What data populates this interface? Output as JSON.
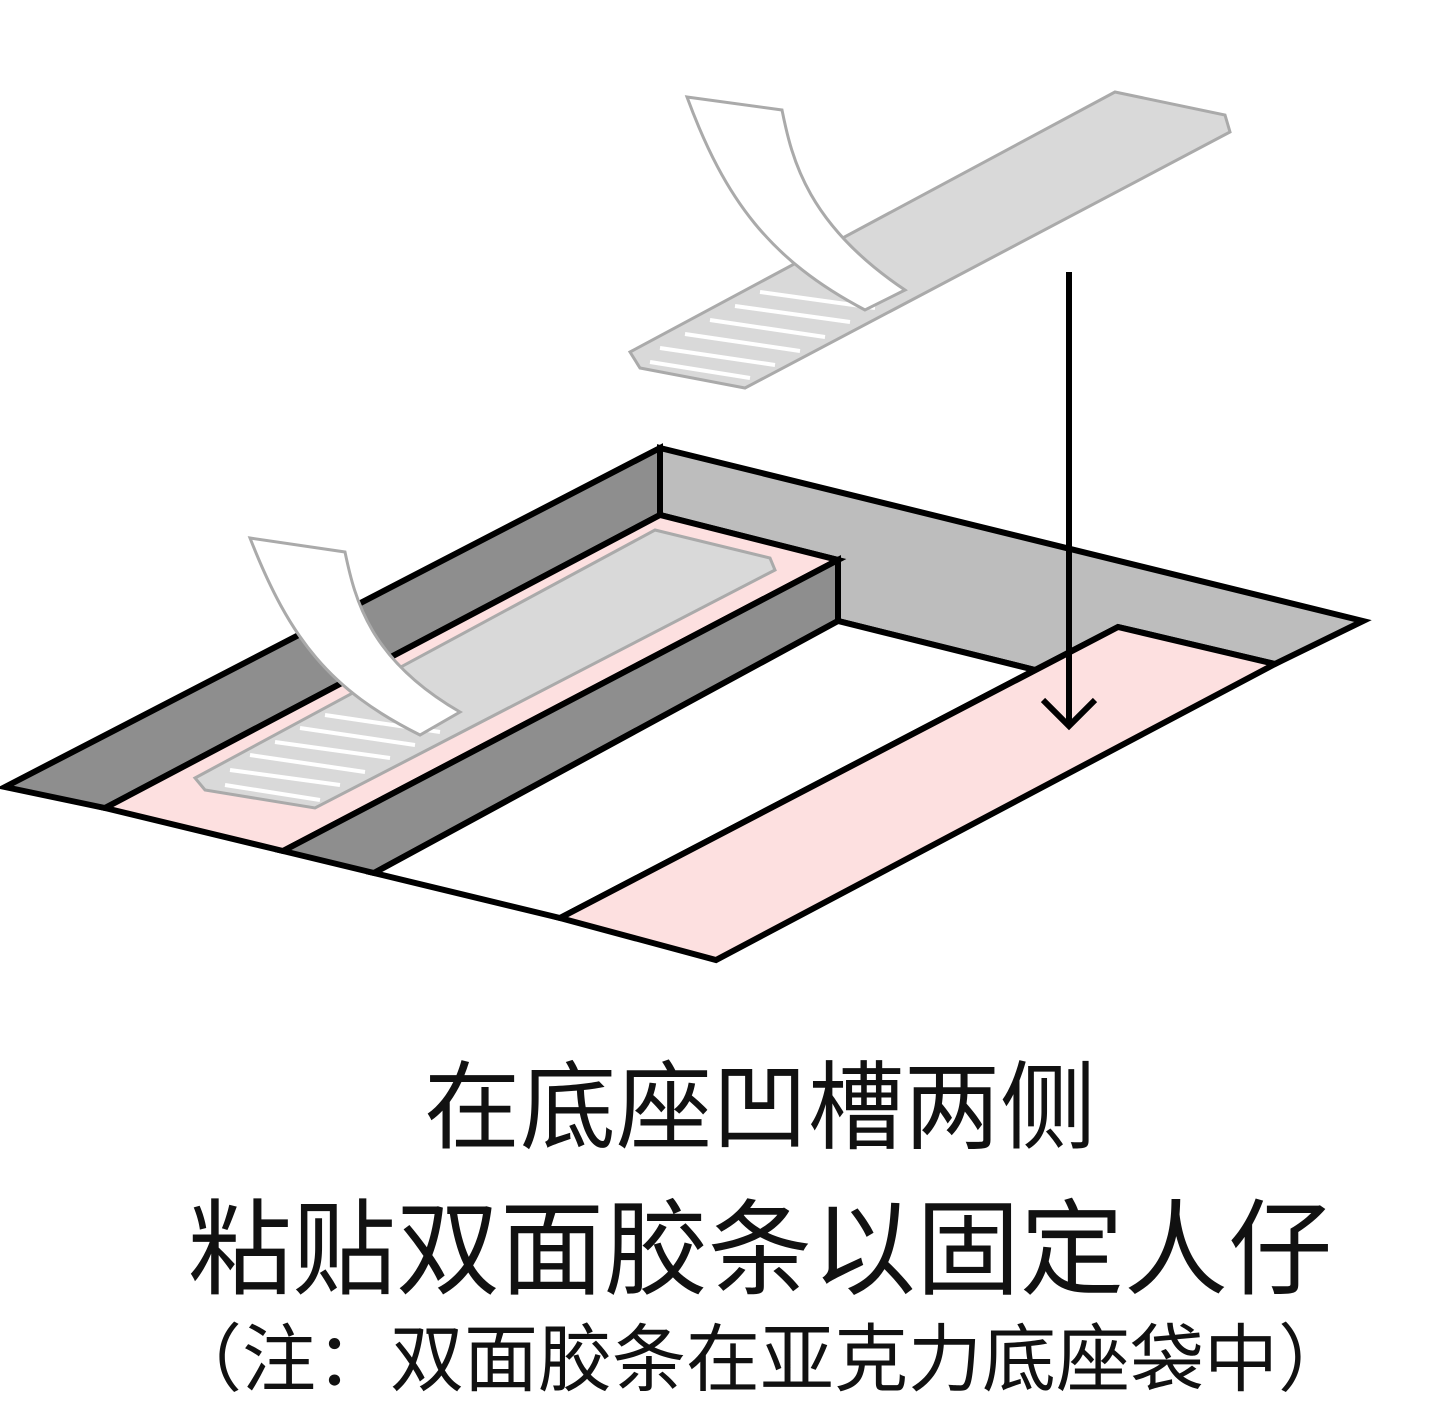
{
  "caption": {
    "line1": "在底座凹槽两侧",
    "line2": "粘贴双面胶条以固定人仔",
    "line3": "（注：双面胶条在亚克力底座袋中）"
  },
  "colors": {
    "dark_wall": "#8e8e8e",
    "back_wall": "#bdbdbd",
    "pink": "#fde0e0",
    "tape": "#d9d9d9",
    "outline": "#000000"
  }
}
